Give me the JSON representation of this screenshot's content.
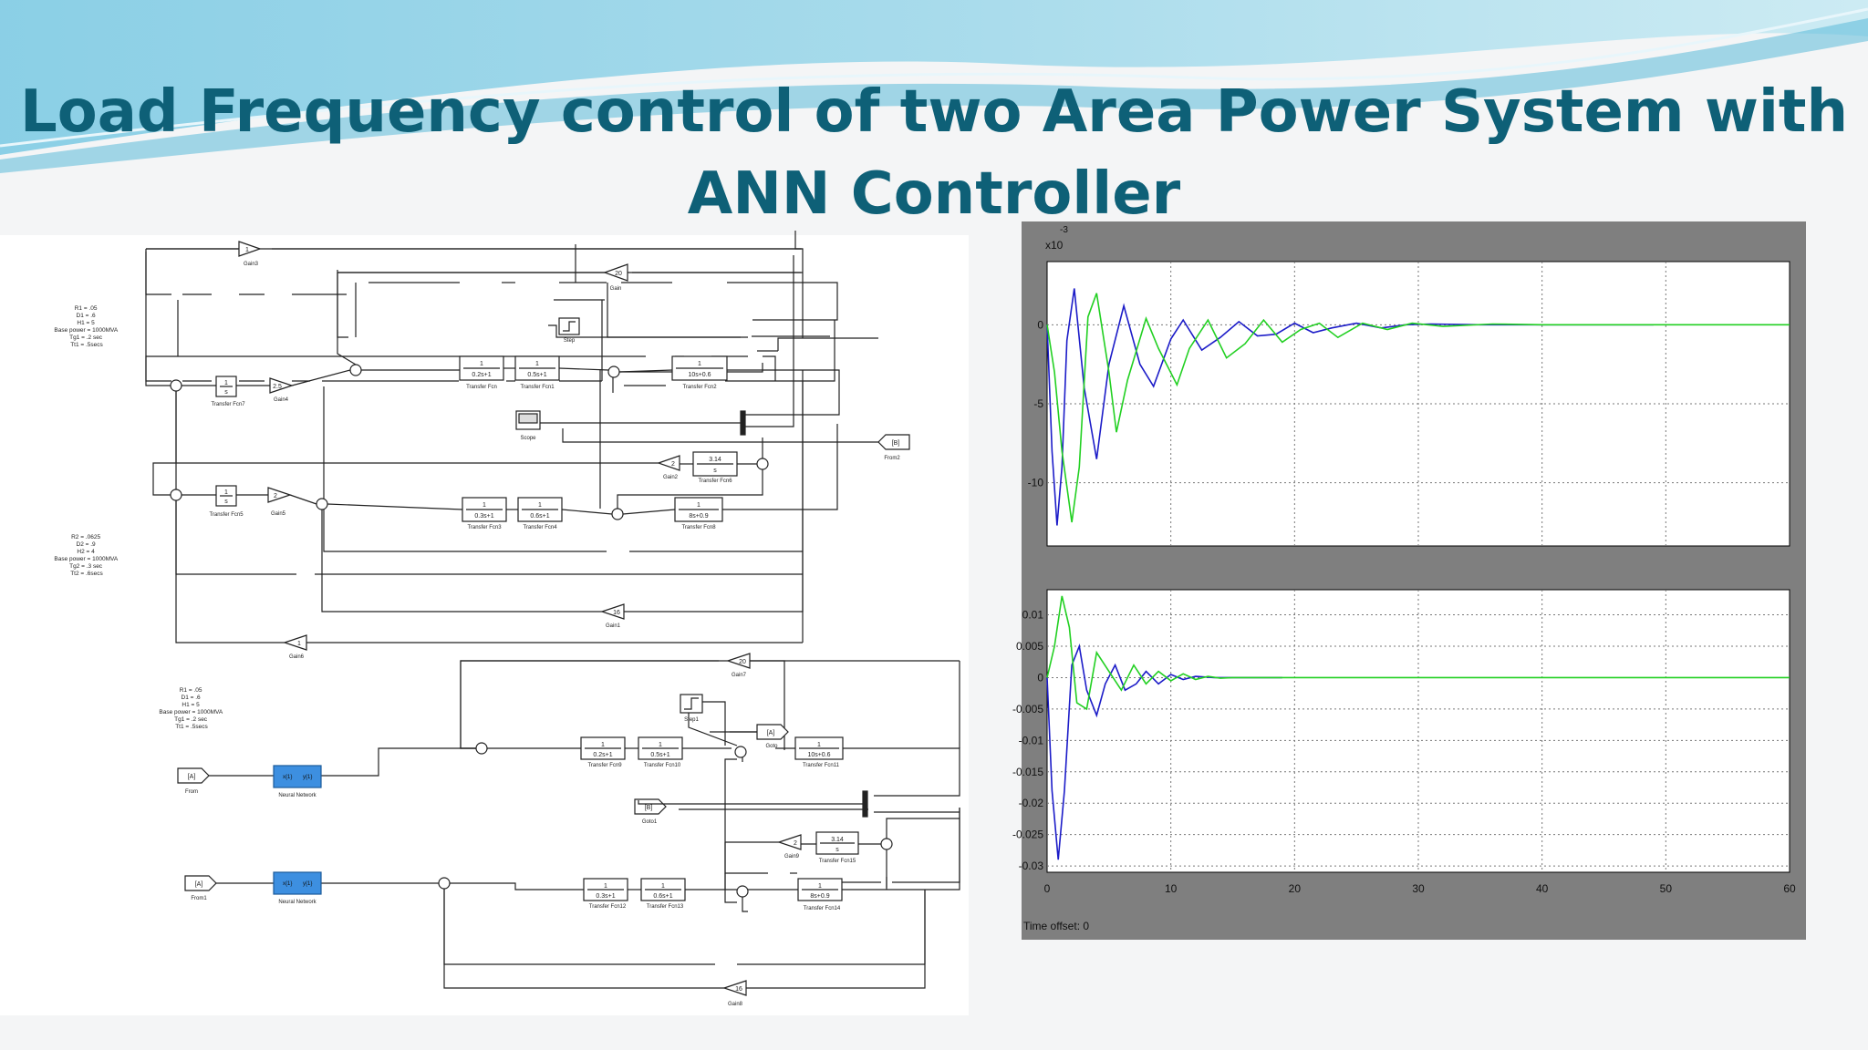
{
  "slide": {
    "title_line1": "Load Frequency control of two Area Power System with",
    "title_line2": "ANN Controller"
  },
  "diagram": {
    "params": {
      "area1": [
        "R1 = .05",
        "D1 = .6",
        "H1 = 5",
        "Base power = 1000MVA",
        "Tg1 = .2 sec",
        "Tt1 = .5secs"
      ],
      "area2": [
        "R2 = .0625",
        "D2 = .9",
        "H2 = 4",
        "Base power = 1000MVA",
        "Tg2 = .3 sec",
        "Tt2 = .6secs"
      ],
      "ann": [
        "R1 = .05",
        "D1 = .6",
        "H1 = 5",
        "Base power = 1000MVA",
        "Tg1 = .2 sec",
        "Tt1 = .5secs"
      ]
    },
    "blocks": {
      "gain3": {
        "value": "1",
        "label": "Gain3"
      },
      "gain": {
        "value": "20",
        "label": "Gain"
      },
      "step": {
        "label": "Step"
      },
      "tf7": {
        "num": "1",
        "den": "s",
        "label": "Transfer Fcn7"
      },
      "gain4": {
        "value": "2.5",
        "label": "Gain4"
      },
      "tf": {
        "num": "1",
        "den": "0.2s+1",
        "label": "Transfer Fcn"
      },
      "tf1": {
        "num": "1",
        "den": "0.5s+1",
        "label": "Transfer Fcn1"
      },
      "tf2": {
        "num": "1",
        "den": "10s+0.6",
        "label": "Transfer Fcn2"
      },
      "scope": {
        "label": "Scope"
      },
      "from2": {
        "tag": "[B]",
        "label": "From2"
      },
      "gain2": {
        "value": "2",
        "label": "Gain2"
      },
      "tf6": {
        "num": "3.14",
        "den": "s",
        "label": "Transfer Fcn6"
      },
      "tf5": {
        "num": "1",
        "den": "s",
        "label": "Transfer Fcn5"
      },
      "gain5": {
        "value": "2",
        "label": "Gain5"
      },
      "tf3": {
        "num": "1",
        "den": "0.3s+1",
        "label": "Transfer Fcn3"
      },
      "tf4": {
        "num": "1",
        "den": "0.6s+1",
        "label": "Transfer Fcn4"
      },
      "tf8": {
        "num": "1",
        "den": "8s+0.9",
        "label": "Transfer Fcn8"
      },
      "gain1": {
        "value": "16",
        "label": "Gain1"
      },
      "gain6": {
        "value": "1",
        "label": "Gain6"
      },
      "gain7": {
        "value": "20",
        "label": "Gain7"
      },
      "step1": {
        "label": "Step1"
      },
      "goto": {
        "tag": "[A]",
        "label": "Goto"
      },
      "from": {
        "tag": "[A]",
        "label": "From"
      },
      "nn1": {
        "in": "x{1}",
        "out": "y{1}",
        "label": "Neural Network"
      },
      "tf9": {
        "num": "1",
        "den": "0.2s+1",
        "label": "Transfer Fcn9"
      },
      "tf10": {
        "num": "1",
        "den": "0.5s+1",
        "label": "Transfer Fcn10"
      },
      "tf11": {
        "num": "1",
        "den": "10s+0.6",
        "label": "Transfer Fcn11"
      },
      "goto1": {
        "tag": "[B]",
        "label": "Goto1"
      },
      "gain9": {
        "value": "2",
        "label": "Gain9"
      },
      "tf15": {
        "num": "3.14",
        "den": "s",
        "label": "Transfer Fcn15"
      },
      "from1": {
        "tag": "[A]",
        "label": "From1"
      },
      "nn2": {
        "in": "x{1}",
        "out": "y{1}",
        "label": "Neural Network"
      },
      "tf12": {
        "num": "1",
        "den": "0.3s+1",
        "label": "Transfer Fcn12"
      },
      "tf13": {
        "num": "1",
        "den": "0.6s+1",
        "label": "Transfer Fcn13"
      },
      "tf14": {
        "num": "1",
        "den": "8s+0.9",
        "label": "Transfer Fcn14"
      },
      "gain8": {
        "value": "16",
        "label": "Gain8"
      }
    }
  },
  "chart_data": [
    {
      "type": "line",
      "exponent_label": "x10",
      "exponent_power": "-3",
      "xlim": [
        0,
        60
      ],
      "ylim": [
        -14,
        4
      ],
      "yticks": [
        0,
        -5,
        -10
      ],
      "ytick_labels": [
        "0",
        "-5",
        "-10"
      ],
      "grid": true,
      "colors": {
        "area1": "#1c1cc8",
        "area2": "#22d022"
      },
      "series": [
        {
          "color": "#1c1cc8",
          "x": [
            0,
            0.4,
            0.8,
            1.2,
            1.6,
            2.2,
            3,
            4,
            5,
            6.2,
            7.5,
            8.6,
            10,
            11,
            12.5,
            14,
            15.5,
            17,
            18.5,
            20,
            21.5,
            23,
            25,
            27,
            29,
            31,
            35,
            40,
            45,
            49
          ],
          "values": [
            0,
            -8,
            -12.7,
            -9,
            -1,
            2.3,
            -4,
            -8.5,
            -2.5,
            1.2,
            -2.5,
            -3.9,
            -0.9,
            0.3,
            -1.6,
            -0.8,
            0.2,
            -0.7,
            -0.6,
            0.1,
            -0.5,
            -0.2,
            0.1,
            -0.2,
            0,
            0.05,
            0,
            0,
            0,
            0
          ]
        },
        {
          "color": "#22d022",
          "x": [
            0,
            0.6,
            1.2,
            2,
            2.6,
            3.3,
            4,
            5,
            5.6,
            6.5,
            8,
            9,
            10.5,
            11.5,
            13,
            14.5,
            16,
            17.5,
            19,
            20.5,
            22,
            23.5,
            25.5,
            27.5,
            29.5,
            32,
            36,
            40,
            50,
            60
          ],
          "values": [
            0,
            -3,
            -8,
            -12.5,
            -9,
            0.5,
            2,
            -3,
            -6.8,
            -3.5,
            0.4,
            -1.5,
            -3.8,
            -1.5,
            0.3,
            -2.1,
            -1.2,
            0.3,
            -1.1,
            -0.3,
            0.1,
            -0.8,
            0.1,
            -0.3,
            0.1,
            -0.1,
            0.05,
            0,
            0,
            0
          ]
        }
      ]
    },
    {
      "type": "line",
      "xlim": [
        0,
        60
      ],
      "ylim": [
        -0.031,
        0.014
      ],
      "yticks": [
        0.01,
        0.005,
        0,
        -0.005,
        -0.01,
        -0.015,
        -0.02,
        -0.025,
        -0.03
      ],
      "ytick_labels": [
        "0.01",
        "0.005",
        "0",
        "-0.005",
        "-0.01",
        "-0.015",
        "-0.02",
        "-0.025",
        "-0.03"
      ],
      "xticks": [
        0,
        10,
        20,
        30,
        40,
        50,
        60
      ],
      "xtick_labels": [
        "0",
        "10",
        "20",
        "30",
        "40",
        "50",
        "60"
      ],
      "footer": "Time offset:  0",
      "grid": true,
      "series": [
        {
          "color": "#1c1cc8",
          "x": [
            0,
            0.4,
            0.9,
            1.4,
            2,
            2.6,
            3.2,
            4,
            4.7,
            5.5,
            6.3,
            7.2,
            8,
            9,
            10,
            11,
            12,
            13.5,
            15,
            17,
            19
          ],
          "values": [
            0,
            -0.018,
            -0.029,
            -0.018,
            0.002,
            0.005,
            -0.002,
            -0.006,
            -0.001,
            0.002,
            -0.002,
            -0.001,
            0.001,
            -0.001,
            0.0005,
            -0.0003,
            0.0002,
            0,
            0,
            0,
            0
          ]
        },
        {
          "color": "#22d022",
          "x": [
            0,
            0.6,
            1.2,
            1.8,
            2.4,
            3.2,
            4,
            5,
            6,
            7,
            8,
            9,
            10,
            11,
            12,
            13,
            14,
            15,
            20,
            30,
            60
          ],
          "values": [
            0,
            0.005,
            0.013,
            0.008,
            -0.004,
            -0.005,
            0.004,
            0.001,
            -0.002,
            0.002,
            -0.001,
            0.001,
            -0.0005,
            0.0006,
            -0.0003,
            0.0002,
            -0.0001,
            0,
            0,
            0,
            0
          ]
        }
      ]
    }
  ]
}
